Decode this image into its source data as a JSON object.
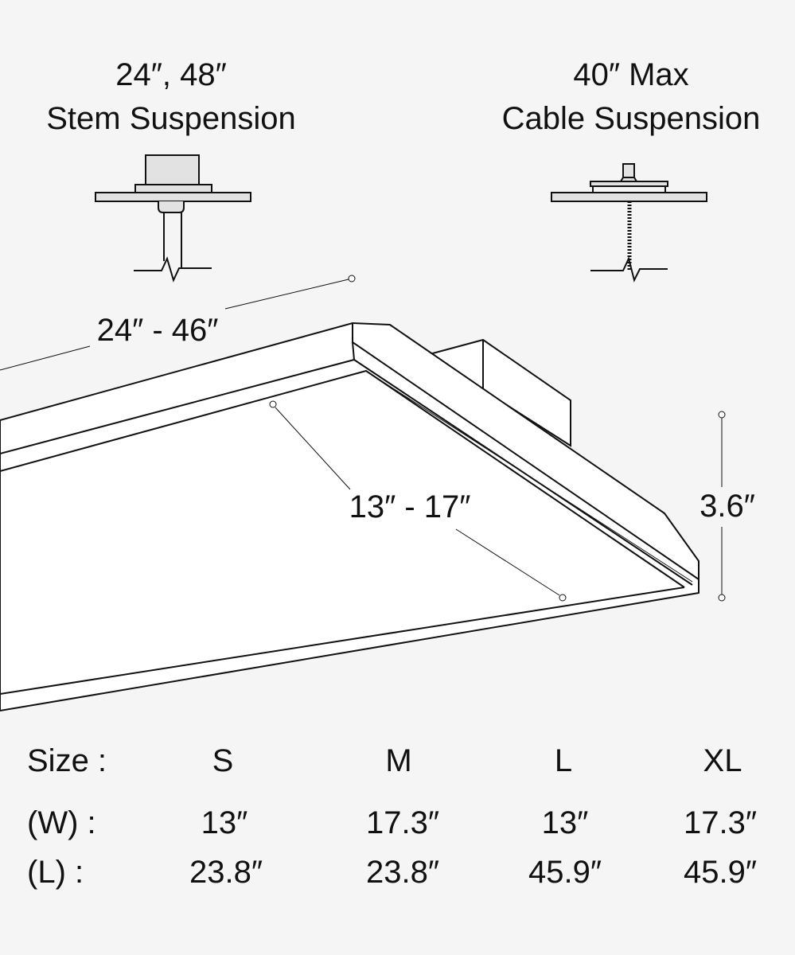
{
  "stem": {
    "line1": "24″, 48″",
    "line2": "Stem Suspension"
  },
  "cable": {
    "line1": "40″ Max",
    "line2": "Cable Suspension"
  },
  "dimensions": {
    "length": "24″ - 46″",
    "width": "13″ - 17″",
    "height": "3.6″"
  },
  "table": {
    "headers": [
      "Size :",
      "S",
      "M",
      "L",
      "XL"
    ],
    "rows": [
      [
        "(W) :",
        "13″",
        "17.3″",
        "13″",
        "17.3″"
      ],
      [
        "(L) :",
        "23.8″",
        "23.8″",
        "45.9″",
        "45.9″"
      ]
    ]
  }
}
